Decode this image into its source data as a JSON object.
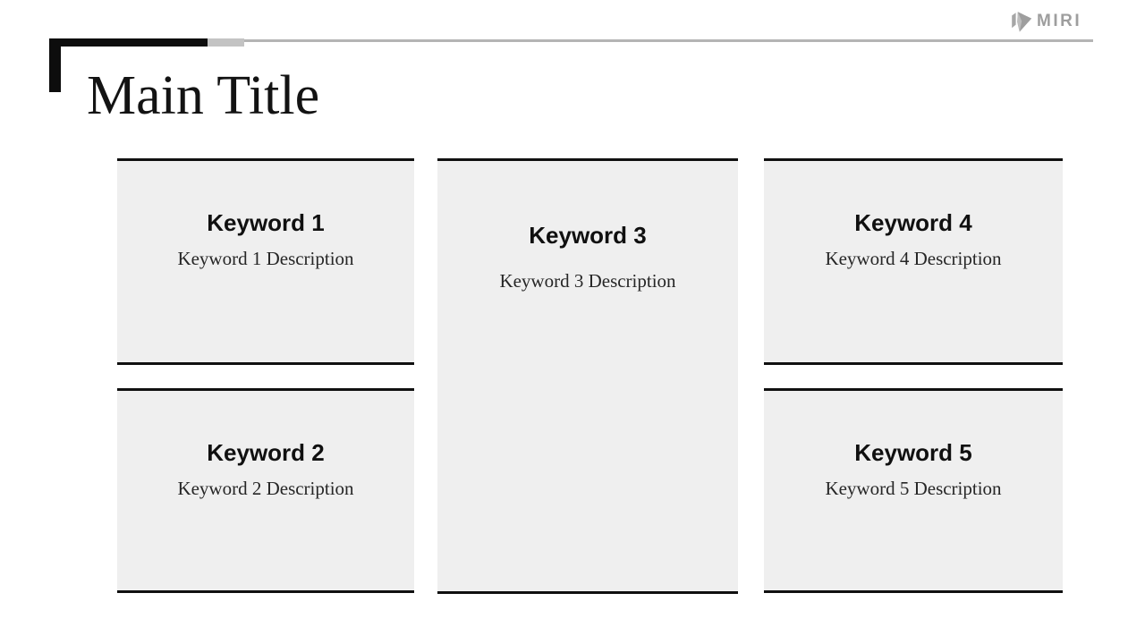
{
  "brand": {
    "name": "MIRI",
    "logo_color": "#9e9e9e"
  },
  "header": {
    "title": "Main Title"
  },
  "cards": [
    {
      "keyword": "Keyword 1",
      "description": "Keyword 1 Description"
    },
    {
      "keyword": "Keyword 2",
      "description": "Keyword 2 Description"
    },
    {
      "keyword": "Keyword 3",
      "description": "Keyword 3 Description"
    },
    {
      "keyword": "Keyword 4",
      "description": "Keyword 4 Description"
    },
    {
      "keyword": "Keyword 5",
      "description": "Keyword 5 Description"
    }
  ],
  "colors": {
    "background": "#ffffff",
    "card_background": "#efefef",
    "card_border": "#101010",
    "accent_black": "#0d0d0d",
    "rule_gray": "#b4b4b4",
    "logo_gray": "#9e9e9e"
  }
}
